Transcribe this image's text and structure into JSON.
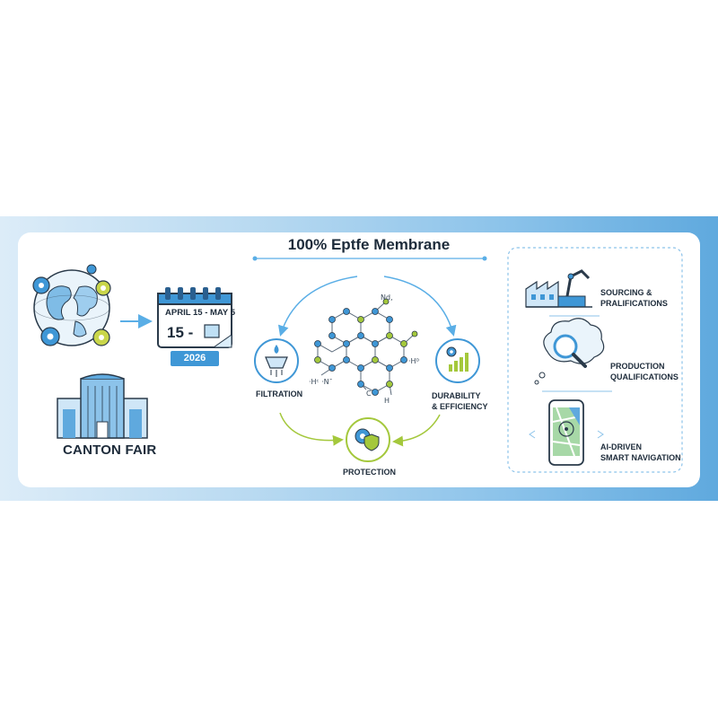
{
  "title": "100% Eptfe Membrane",
  "event": {
    "name": "CANTON FAIR",
    "date_range": "APRIL 15 - MAY 5",
    "day": "15 -",
    "year": "2026"
  },
  "features": {
    "filtration": "FILTRATION",
    "durability": [
      "DURABILITY",
      "& EFFICIENCY"
    ],
    "protection": "PROTECTION"
  },
  "molecule_labels": {
    "top": "Nd,",
    "left": "·Hᶜ ·Nˉ",
    "right": "·Hᴰ",
    "bottom_c": "C",
    "bottom_h": "H"
  },
  "services": [
    {
      "lines": [
        "SOURCING &",
        "PRALIFICATIONS"
      ]
    },
    {
      "lines": [
        "PRODUCTION",
        "QUALIFICATIONS"
      ]
    },
    {
      "lines": [
        "AI-DRIVEN",
        "SMART NAVIGATION"
      ]
    }
  ],
  "colors": {
    "accent_blue": "#3f97d6",
    "accent_green": "#a4c83c",
    "band_dark": "#5fa9de",
    "text": "#1d2b3a"
  },
  "icons": [
    "globe-gears-icon",
    "calendar-icon",
    "building-icon",
    "filter-icon",
    "growth-chart-icon",
    "shield-gear-icon",
    "factory-robot-icon",
    "magnifier-thought-icon",
    "phone-map-icon"
  ]
}
